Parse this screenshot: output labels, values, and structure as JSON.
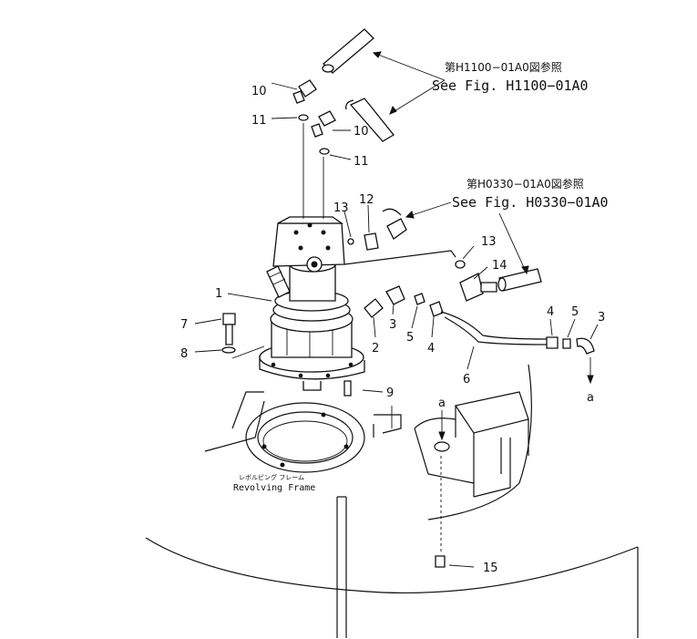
{
  "references": [
    {
      "jp": "第H1100−01A0図参照",
      "en": "See Fig. H1100−01A0"
    },
    {
      "jp": "第H0330−01A0図参照",
      "en": "See Fig. H0330−01A0"
    }
  ],
  "frame_label": {
    "jp": "レボルビング フレーム",
    "en": "Revolving Frame"
  },
  "callouts": {
    "c1": "1",
    "c2": "2",
    "c3a": "3",
    "c3b": "3",
    "c4a": "4",
    "c4b": "4",
    "c5a": "5",
    "c5b": "5",
    "c6": "6",
    "c7": "7",
    "c8": "8",
    "c9": "9",
    "c10a": "10",
    "c10b": "10",
    "c11a": "11",
    "c11b": "11",
    "c12": "12",
    "c13a": "13",
    "c13b": "13",
    "c14": "14",
    "c15": "15"
  },
  "connectors": {
    "a1": "a",
    "a2": "a"
  }
}
